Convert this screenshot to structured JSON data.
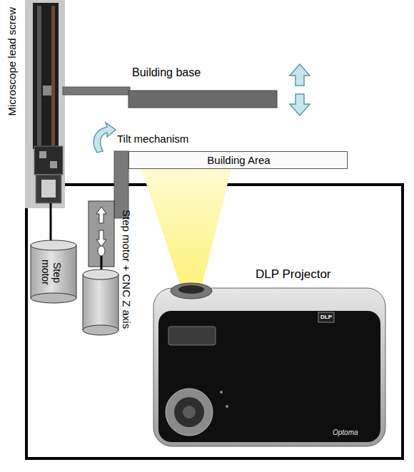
{
  "diagram": {
    "nodes": [
      {
        "text": [
          "Building Area"
        ]
      },
      {
        "text": [
          "Step motor"
        ]
      }
    ],
    "labels": [
      "Microscope lead screw",
      "Building base",
      "Tilt mechanism",
      "Step motor + CNC Z axis",
      "DLP Projector",
      "DLP",
      "Optoma"
    ]
  }
}
